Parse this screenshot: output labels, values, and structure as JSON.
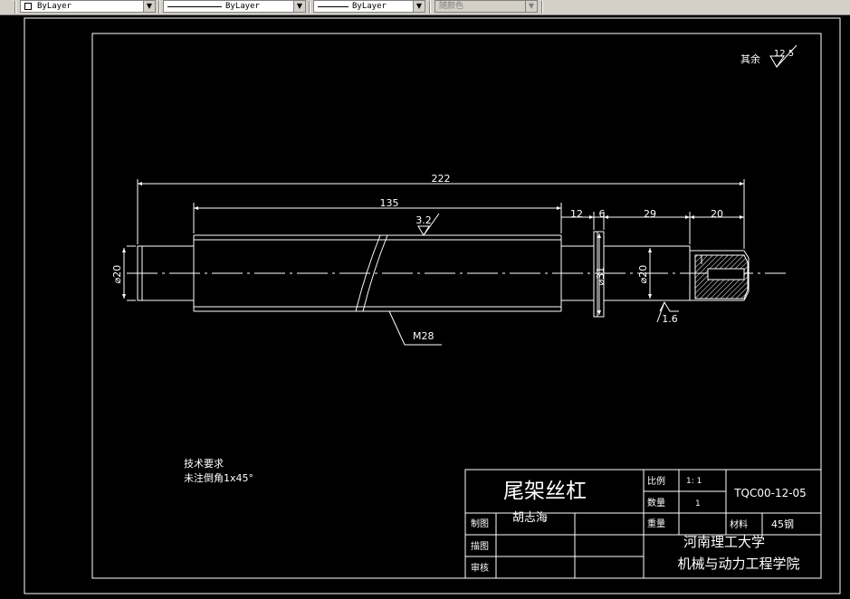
{
  "toolbar": {
    "color_combo": {
      "value": "ByLayer",
      "swatch": "#ffffff"
    },
    "linetype_combo": {
      "value": "ByLayer"
    },
    "lineweight_combo": {
      "value": "ByLayer"
    },
    "plotstyle_combo": {
      "value": "随颜色"
    }
  },
  "drawing": {
    "roughness_other": {
      "label": "其余",
      "value": "12.5"
    },
    "dims": {
      "overall": "222",
      "thread_len": "135",
      "seg12": "12",
      "seg6": "6",
      "seg29": "29",
      "seg20": "20",
      "dia_left": "⌀20",
      "dia_collar": "⌀31",
      "dia_right": "⌀20"
    },
    "roughness_thread": "3.2",
    "roughness_bottom": "1.6",
    "thread_leader": "M28",
    "tech_req": {
      "title": "技术要求",
      "line1": "未注倒角1x45°"
    },
    "title_block": {
      "part_name": "尾架丝杠",
      "drawn_by_name": "胡志海",
      "scale_label": "比例",
      "scale_value": "1: 1",
      "qty_label": "数量",
      "qty_value": "1",
      "weight_label": "重量",
      "drawing_no": "TQC00-12-05",
      "material_label": "材料",
      "material_value": "45钢",
      "drawn_label": "制图",
      "traced_label": "描图",
      "checked_label": "审核",
      "school": "河南理工大学",
      "college": "机械与动力工程学院"
    }
  },
  "colors": {
    "background": "#000000",
    "lines": "#ffffff"
  }
}
